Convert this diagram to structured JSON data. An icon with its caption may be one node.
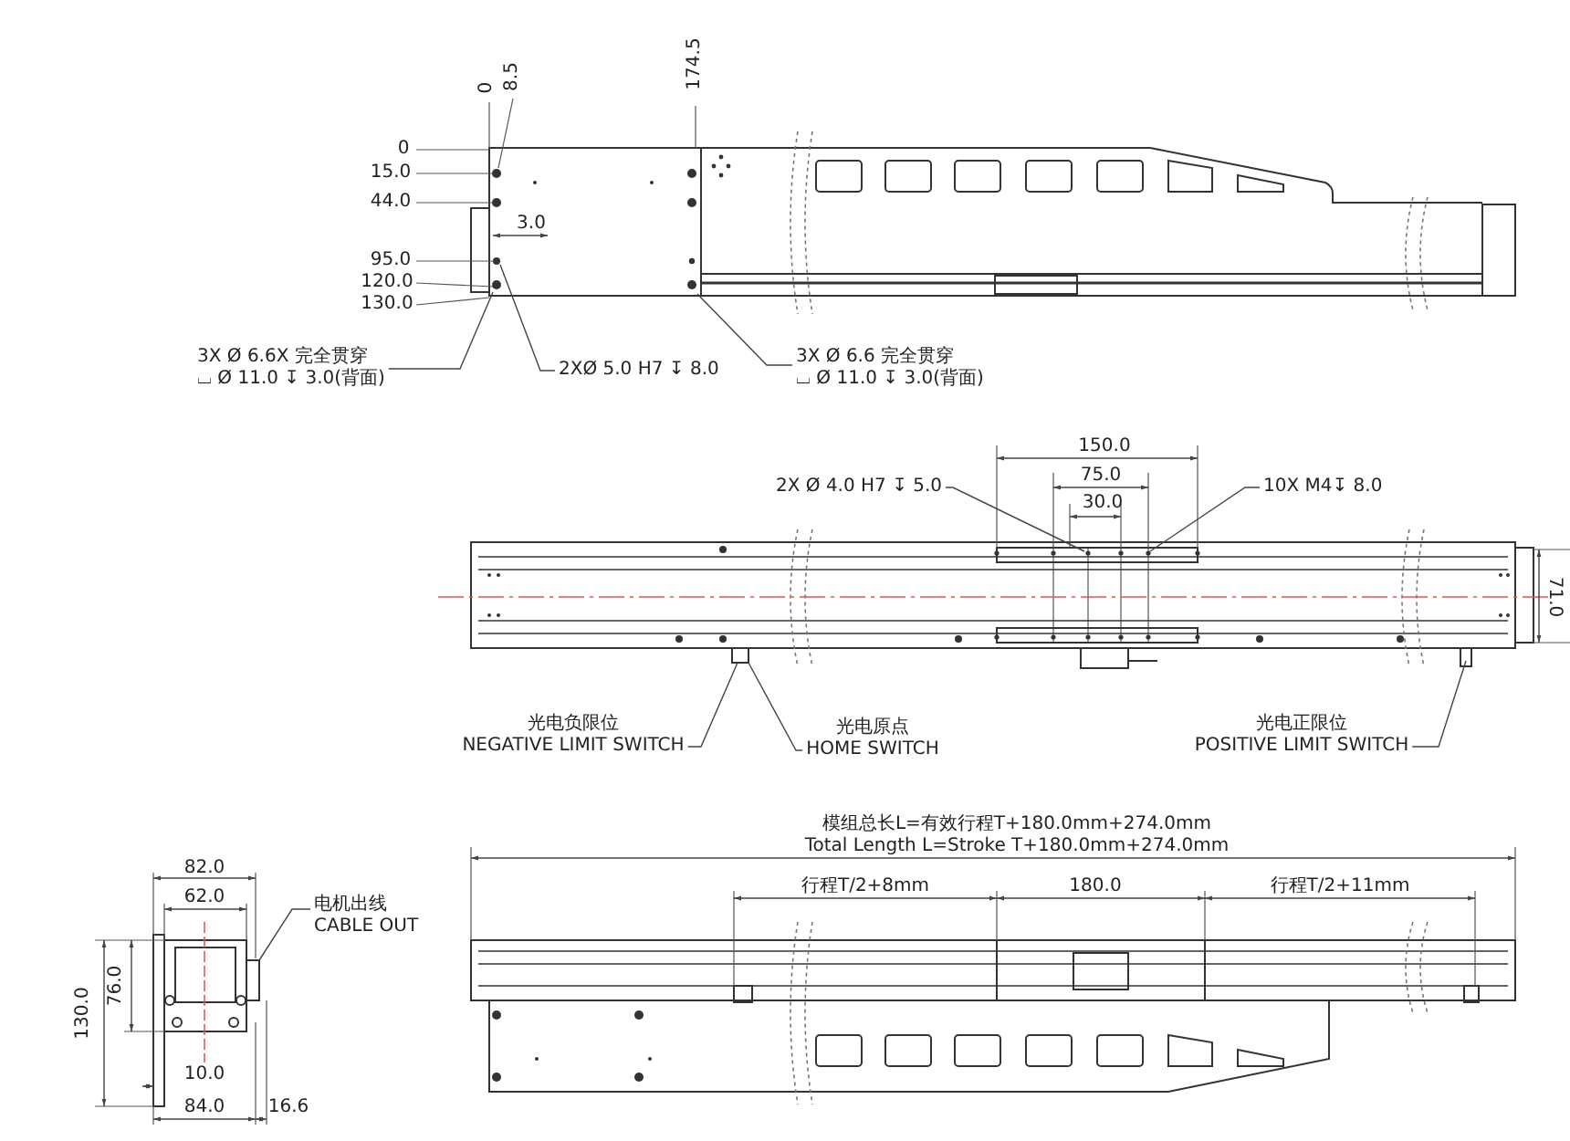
{
  "diagram": {
    "nodes": [
      {
        "text": [
          "3X Ø 6.6X 完全贯穿",
          "⌴ Ø 11.0 ↧ 3.0(背面)"
        ]
      },
      {
        "text": [
          "2XØ 5.0 H7 ↧ 8.0"
        ]
      },
      {
        "text": [
          "3X Ø 6.6 完全贯穿",
          "⌴ Ø 11.0 ↧ 3.0(背面)"
        ]
      },
      {
        "text": [
          "2X Ø 4.0 H7 ↧ 5.0"
        ]
      },
      {
        "text": [
          "10X M4↧ 8.0"
        ]
      },
      {
        "text": [
          "光电负限位",
          "NEGATIVE LIMIT SWITCH"
        ]
      },
      {
        "text": [
          "光电原点",
          "HOME SWITCH"
        ]
      },
      {
        "text": [
          "光电正限位",
          "POSITIVE LIMIT SWITCH"
        ]
      },
      {
        "text": [
          "电机出线",
          "CABLE OUT"
        ]
      },
      {
        "text": [],
        "shape": "box"
      }
    ],
    "edges": [
      {
        "from": 0,
        "to": null,
        "arrow": "none"
      },
      {
        "from": 1,
        "to": null,
        "arrow": "none"
      },
      {
        "from": 2,
        "to": null,
        "arrow": "none"
      },
      {
        "from": 3,
        "to": null,
        "arrow": "none"
      },
      {
        "from": 4,
        "to": null,
        "arrow": "none"
      },
      {
        "from": 5,
        "to": null,
        "arrow": "none"
      },
      {
        "from": 6,
        "to": null,
        "arrow": "none"
      },
      {
        "from": 7,
        "to": null,
        "arrow": "none"
      },
      {
        "from": 8,
        "to": 9,
        "arrow": "none"
      }
    ],
    "labels": [
      "174.5",
      "0",
      "8.5",
      "0",
      "15.0",
      "44.0",
      "3.0",
      "95.0",
      "120.0",
      "130.0",
      "150.0",
      "75.0",
      "30.0",
      "71.0",
      "模组总长L=有效行程T+180.0mm+274.0mm",
      "Total Length L=Stroke T+180.0mm+274.0mm",
      "82.0",
      "62.0",
      "行程T/2+8mm",
      "180.0",
      "行程T/2+11mm",
      "76.0",
      "130.0",
      "10.0",
      "84.0",
      "16.6"
    ]
  }
}
